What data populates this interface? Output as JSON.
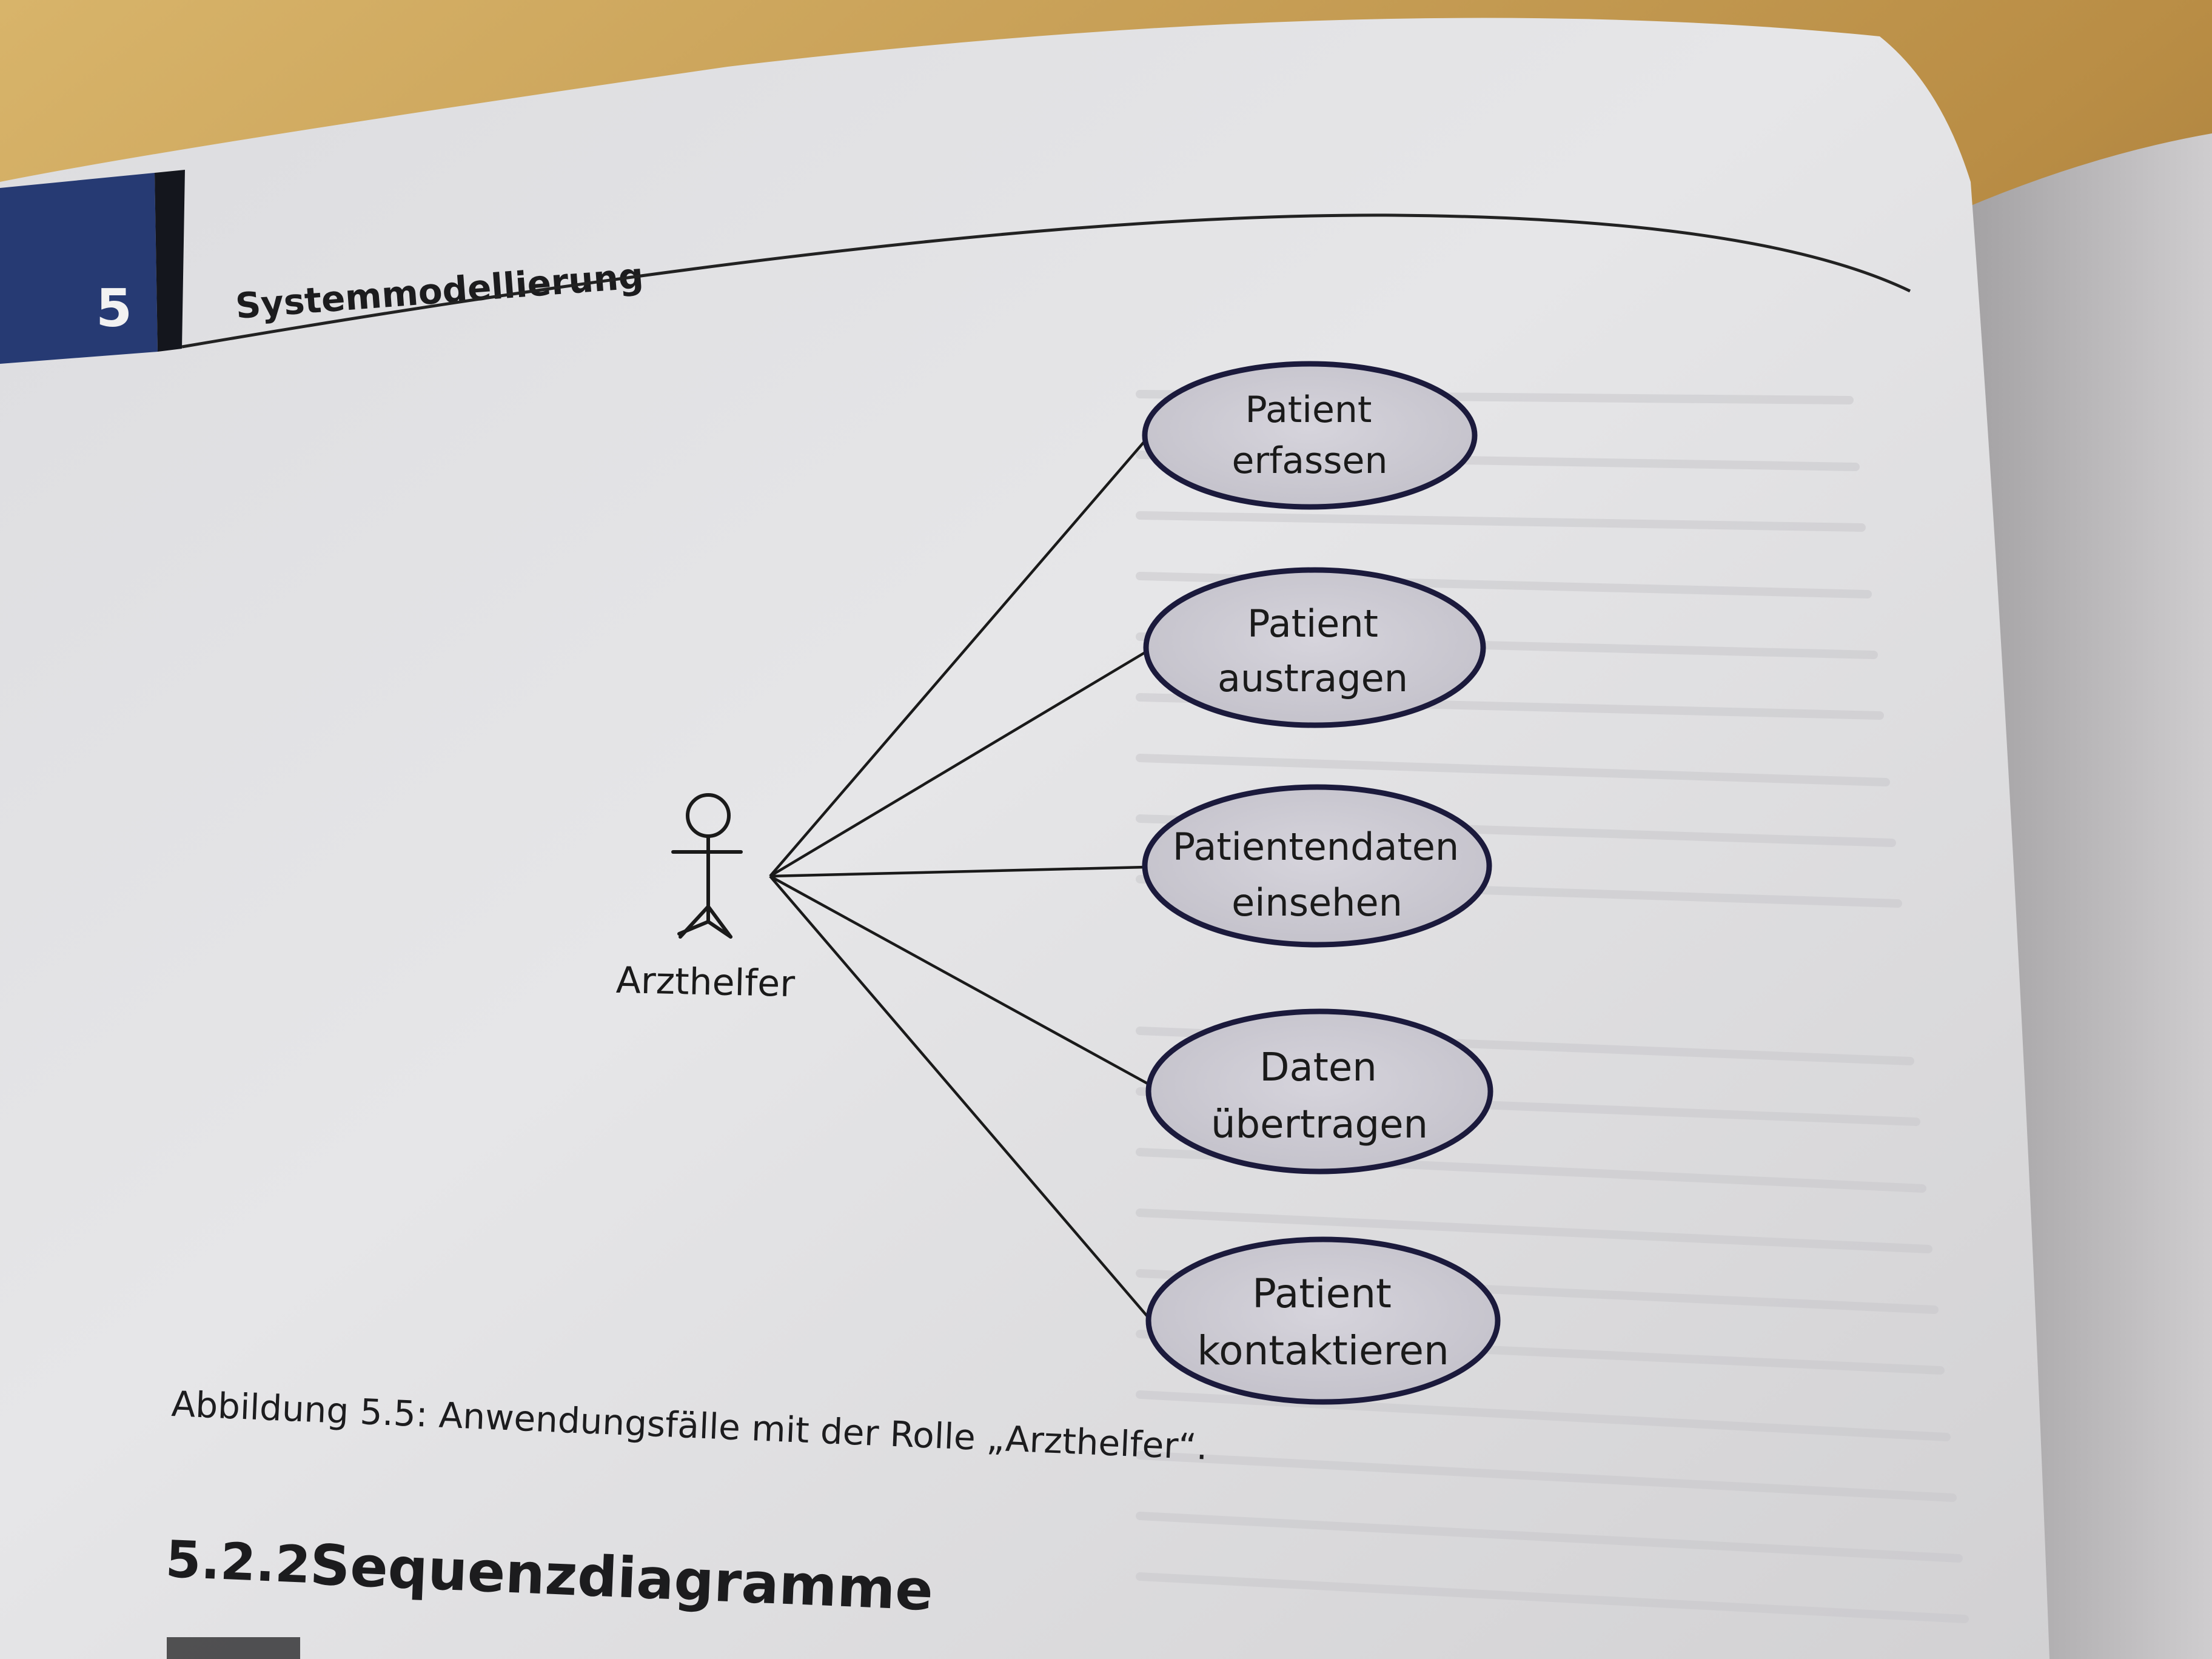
{
  "header": {
    "chapter_number": "5",
    "chapter_title": "Systemmodellierung"
  },
  "diagram": {
    "actor": {
      "label": "Arzthelfer"
    },
    "use_cases": [
      {
        "line1": "Patient",
        "line2": "erfassen"
      },
      {
        "line1": "Patient",
        "line2": "austragen"
      },
      {
        "line1": "Patientendaten",
        "line2": "einsehen"
      },
      {
        "line1": "Daten",
        "line2": "übertragen"
      },
      {
        "line1": "Patient",
        "line2": "kontaktieren"
      }
    ]
  },
  "caption": "Abbildung 5.5: Anwendungsfälle mit der Rolle „Arzthelfer“.",
  "section": {
    "number": "5.2.2",
    "title": "Sequenzdiagramme"
  }
}
